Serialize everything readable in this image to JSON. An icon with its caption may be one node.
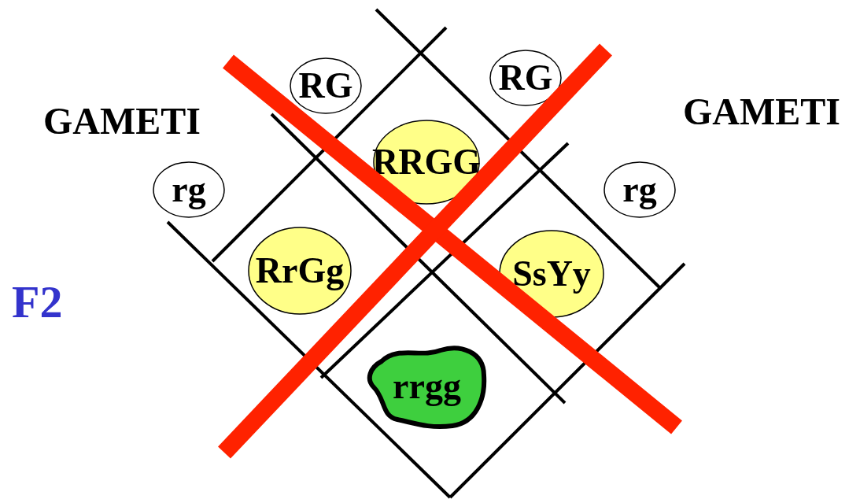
{
  "diagram": {
    "nodes": [
      {
        "text": [
          "RG"
        ]
      },
      {
        "text": [
          "RG"
        ]
      },
      {
        "text": [
          "rg"
        ]
      },
      {
        "text": [
          "rg"
        ]
      },
      {
        "text": [
          "RRGG"
        ]
      },
      {
        "text": [
          "RrGg"
        ]
      },
      {
        "text": [
          "SsYy"
        ]
      },
      {
        "text": [
          "rrgg"
        ]
      }
    ],
    "labels": [
      "GAMETI",
      "GAMETI",
      "F2"
    ]
  }
}
